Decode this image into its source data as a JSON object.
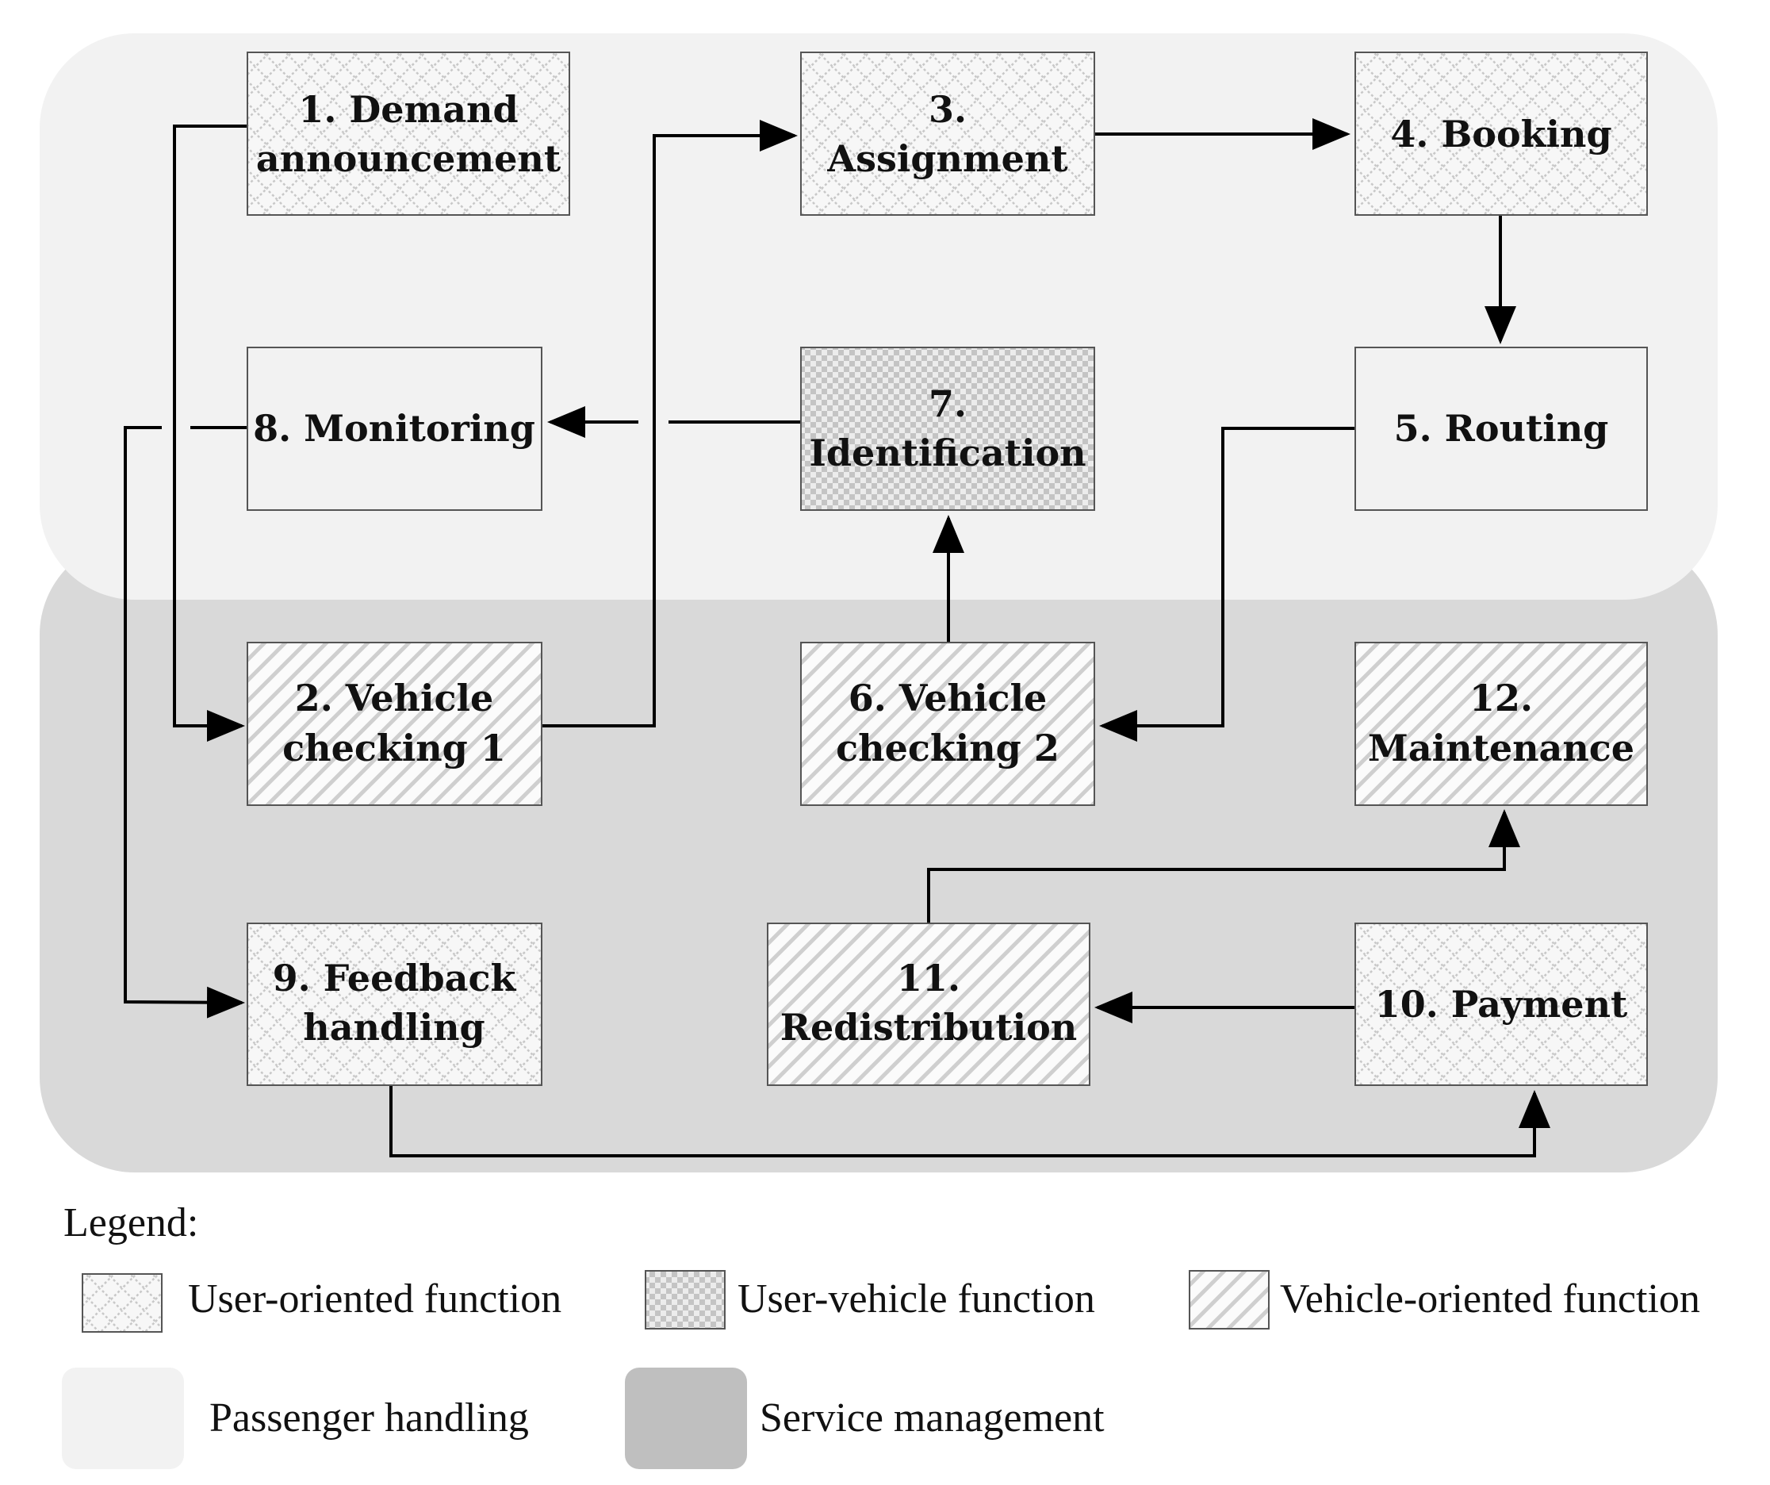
{
  "diagram": {
    "regions": [
      {
        "id": "passenger",
        "label": "Passenger handling",
        "color": "#f2f2f2"
      },
      {
        "id": "service",
        "label": "Service management",
        "color": "#d9d9d9"
      }
    ],
    "nodes": [
      {
        "id": "n1",
        "label_lines": [
          "1. Demand",
          "announcement"
        ],
        "kind": "user"
      },
      {
        "id": "n3",
        "label_lines": [
          "3.",
          "Assignment"
        ],
        "kind": "user"
      },
      {
        "id": "n4",
        "label_lines": [
          "4. Booking"
        ],
        "kind": "user"
      },
      {
        "id": "n8",
        "label_lines": [
          "8. Monitoring"
        ],
        "kind": "none"
      },
      {
        "id": "n7",
        "label_lines": [
          "7.",
          "Identification"
        ],
        "kind": "user-vehicle"
      },
      {
        "id": "n5",
        "label_lines": [
          "5. Routing"
        ],
        "kind": "none"
      },
      {
        "id": "n2",
        "label_lines": [
          "2. Vehicle",
          "checking 1"
        ],
        "kind": "vehicle"
      },
      {
        "id": "n6",
        "label_lines": [
          "6. Vehicle",
          "checking 2"
        ],
        "kind": "vehicle"
      },
      {
        "id": "n12",
        "label_lines": [
          "12.",
          "Maintenance"
        ],
        "kind": "vehicle"
      },
      {
        "id": "n9",
        "label_lines": [
          "9. Feedback",
          "handling"
        ],
        "kind": "user"
      },
      {
        "id": "n11",
        "label_lines": [
          "11.",
          "Redistribution"
        ],
        "kind": "vehicle"
      },
      {
        "id": "n10",
        "label_lines": [
          "10. Payment"
        ],
        "kind": "user"
      }
    ],
    "edges": [
      {
        "from": "n1",
        "to": "n2"
      },
      {
        "from": "n2",
        "to": "n3"
      },
      {
        "from": "n3",
        "to": "n4"
      },
      {
        "from": "n4",
        "to": "n5"
      },
      {
        "from": "n5",
        "to": "n6"
      },
      {
        "from": "n6",
        "to": "n7"
      },
      {
        "from": "n7",
        "to": "n8"
      },
      {
        "from": "n8",
        "to": "n9"
      },
      {
        "from": "n9",
        "to": "n10"
      },
      {
        "from": "n10",
        "to": "n11"
      },
      {
        "from": "n11",
        "to": "n12"
      }
    ]
  },
  "legend": {
    "title": "Legend:",
    "items": [
      {
        "kind": "user",
        "label": "User-oriented function"
      },
      {
        "kind": "user-vehicle",
        "label": "User-vehicle function"
      },
      {
        "kind": "vehicle",
        "label": "Vehicle-oriented function"
      }
    ],
    "regions": [
      {
        "id": "passenger",
        "label": "Passenger handling"
      },
      {
        "id": "service",
        "label": "Service management"
      }
    ]
  }
}
